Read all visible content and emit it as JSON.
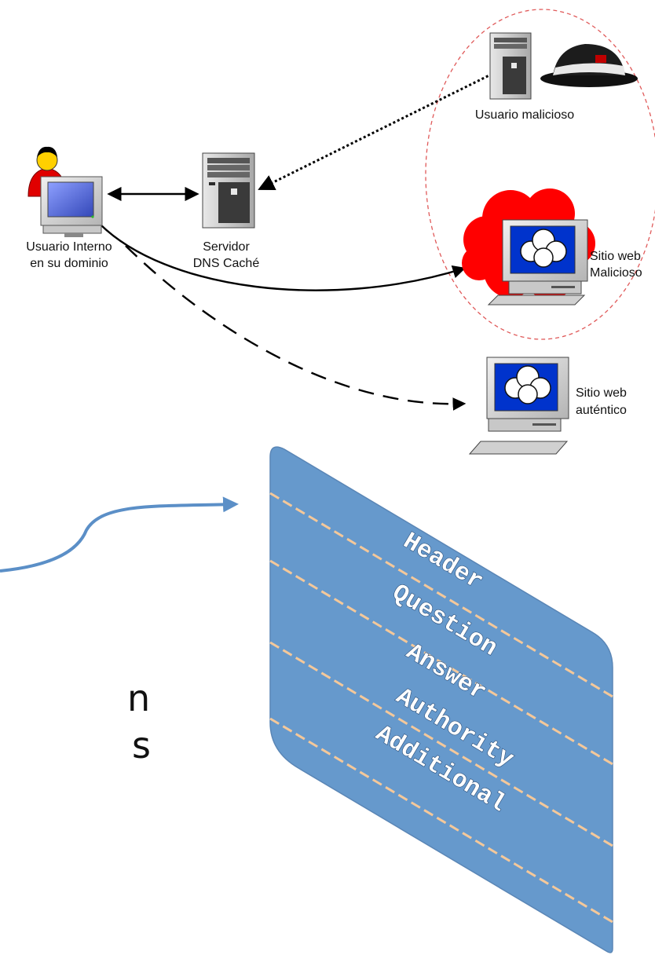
{
  "nodes": {
    "internal_user": {
      "label_line1": "Usuario Interno",
      "label_line2": "en su dominio"
    },
    "dns_server": {
      "label_line1": "Servidor",
      "label_line2": "DNS Caché"
    },
    "malicious_user": {
      "label": "Usuario malicioso"
    },
    "malicious_site": {
      "label_line1": "Sitio web",
      "label_line2": "Malicioso"
    },
    "authentic_site": {
      "label_line1": "Sitio web",
      "label_line2": "auténtico"
    }
  },
  "dns_packet": {
    "sections": [
      "Header",
      "Question",
      "Answer",
      "Authority",
      "Additional"
    ]
  },
  "cropped_text": {
    "line1": "n",
    "line2": "s"
  },
  "colors": {
    "packet_fill": "#6699cc",
    "packet_divider": "#f4c89a",
    "attacker_zone": "#e05a5a",
    "cloud_red": "#ff0000",
    "screen_blue": "#0033cc",
    "connector_blue": "#5b8fc7"
  }
}
